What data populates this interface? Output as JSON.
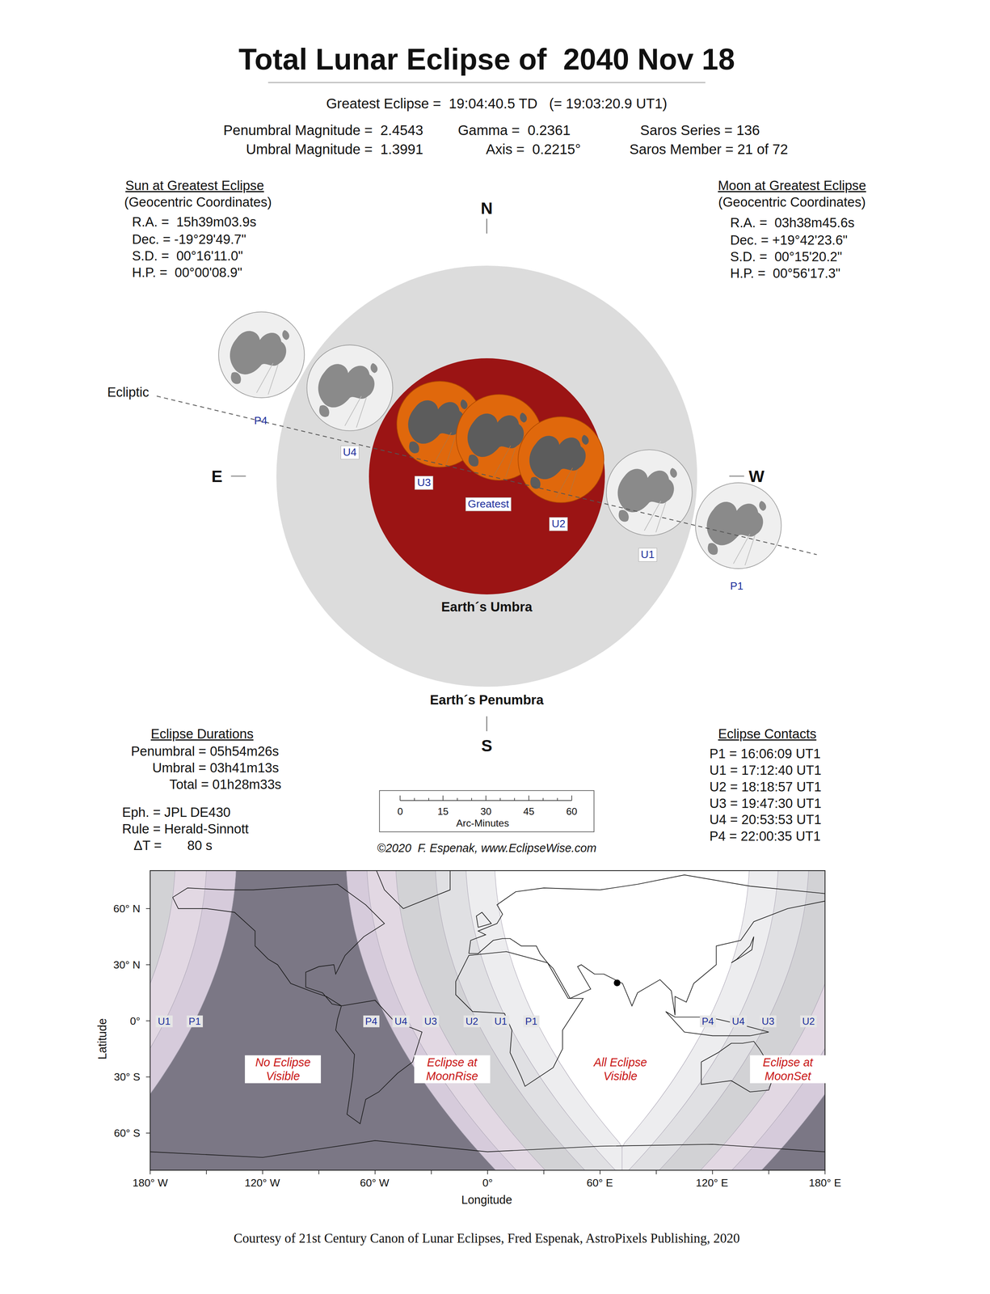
{
  "diagram": {
    "title": "Total Lunar Eclipse of  2040 Nov 18",
    "nodes": [
      {
        "text": [
          "Earth´s Penumbra"
        ]
      },
      {
        "text": [
          "Earth´s Umbra"
        ],
        "in": 0
      }
    ],
    "labels": [
      "Greatest Eclipse =  19:04:40.5 TD   (= 19:03:20.9 UT1)",
      "Penumbral Magnitude =  2.4543",
      "Gamma =  0.2361",
      "Saros Series = 136",
      "Umbral Magnitude =  1.3991",
      "Axis =  0.2215°",
      "Saros Member = 21 of 72",
      "Sun at Greatest Eclipse",
      "(Geocentric Coordinates)",
      "R.A. =  15h39m03.9s",
      "Dec. = -19°29'49.7\"",
      "S.D. =  00°16'11.0\"",
      "H.P. =  00°00'08.9\"",
      "Moon at Greatest Eclipse",
      "(Geocentric Coordinates)",
      "R.A. =  03h38m45.6s",
      "Dec. = +19°42'23.6\"",
      "S.D. =  00°15'20.2\"",
      "H.P. =  00°56'17.3\"",
      "N",
      "E",
      "W",
      "S",
      "Ecliptic",
      "P4",
      "U4",
      "U3",
      "Greatest",
      "U2",
      "U1",
      "P1",
      "Eclipse Durations",
      "Penumbral = 05h54m26s",
      "Umbral = 03h41m13s",
      "Total = 01h28m33s",
      "Eph. = JPL DE430",
      "Rule = Herald-Sinnott",
      "ΔT =       80 s",
      "Eclipse Contacts",
      "P1 = 16:06:09 UT1",
      "U1 = 17:12:40 UT1",
      "U2 = 18:18:57 UT1",
      "U3 = 19:47:30 UT1",
      "U4 = 20:53:53 UT1",
      "P4 = 22:00:35 UT1",
      "0",
      "15",
      "30",
      "45",
      "60",
      "Arc-Minutes",
      "©2020  F. Espenak, www.EclipseWise.com",
      "60° N",
      "30° N",
      "0°",
      "30° S",
      "60° S",
      "Latitude",
      "180° W",
      "120° W",
      "60° W",
      "0°",
      "60° E",
      "120° E",
      "180° E",
      "Longitude",
      "U1",
      "P1",
      "P4",
      "U4",
      "U3",
      "U2",
      "U1",
      "P1",
      "P4",
      "U4",
      "U3",
      "U2",
      "No Eclipse Visible",
      "Eclipse at MoonRise",
      "All Eclipse Visible",
      "Eclipse at MoonSet",
      "Courtesy of 21st Century Canon of Lunar Eclipses, Fred Espenak, AstroPixels Publishing, 2020"
    ]
  }
}
